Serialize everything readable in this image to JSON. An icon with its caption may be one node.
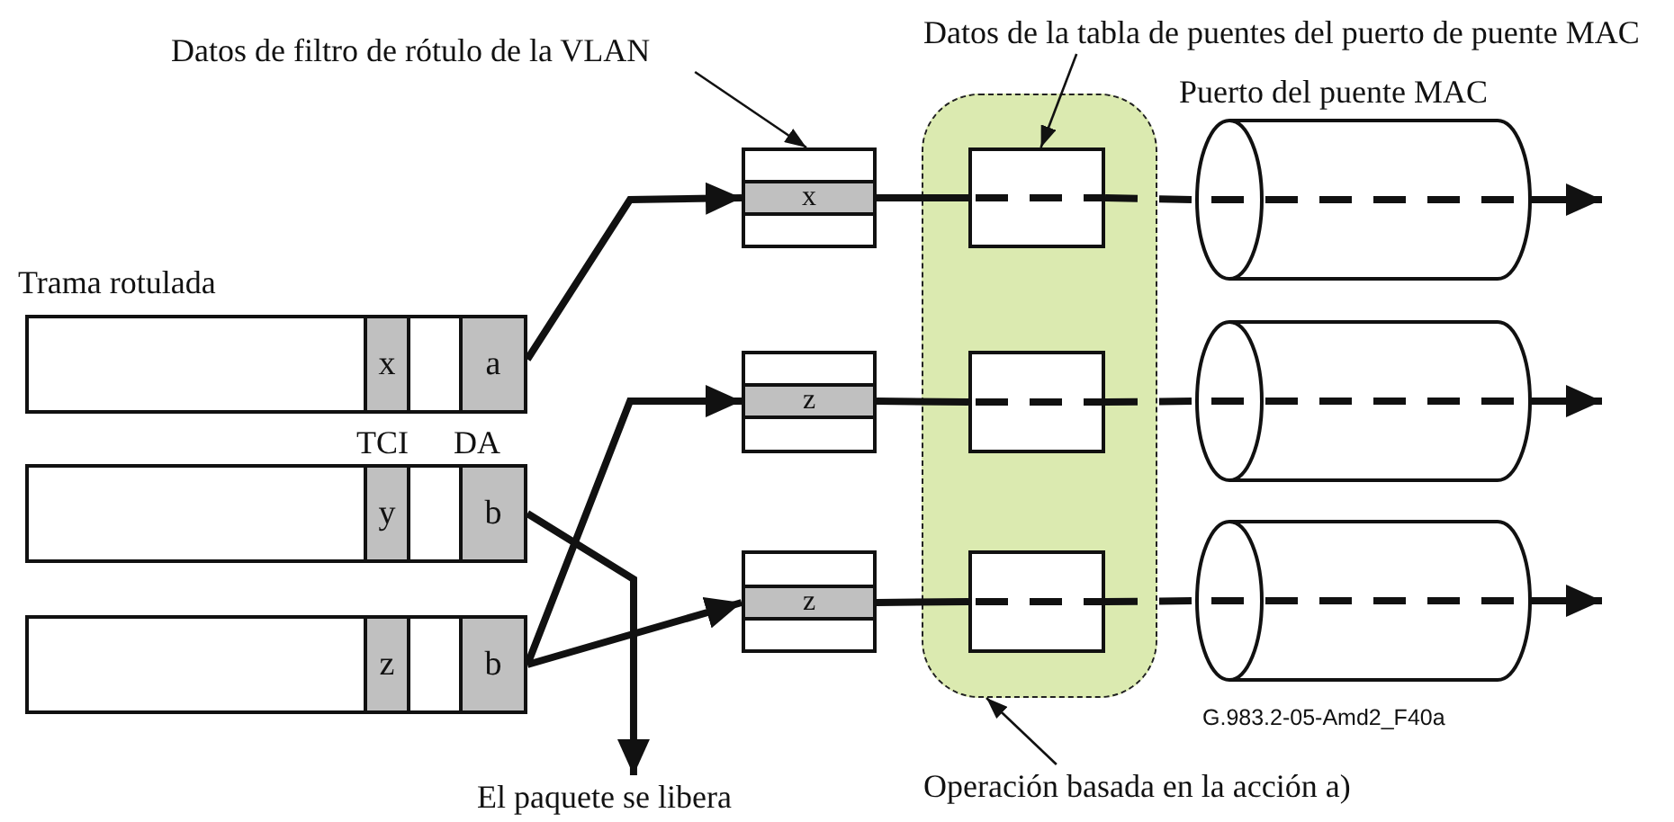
{
  "diagram": {
    "nodes": [
      {
        "text": [],
        "shape": "box"
      },
      {
        "text": [
          "x"
        ],
        "in": 0
      },
      {
        "text": [
          "a"
        ],
        "in": 0
      },
      {
        "text": [],
        "shape": "box"
      },
      {
        "text": [
          "y"
        ],
        "in": 3
      },
      {
        "text": [
          "b"
        ],
        "in": 3
      },
      {
        "text": [],
        "shape": "box"
      },
      {
        "text": [
          "z"
        ],
        "in": 6
      },
      {
        "text": [
          "b"
        ],
        "in": 6
      },
      {
        "text": [],
        "shape": "box"
      },
      {
        "text": [
          "x"
        ],
        "in": 9
      },
      {
        "text": [],
        "shape": "box"
      },
      {
        "text": [
          "z"
        ],
        "in": 11
      },
      {
        "text": [],
        "shape": "box"
      },
      {
        "text": [
          "z"
        ],
        "in": 13
      },
      {
        "text": [],
        "shape": "box"
      },
      {
        "text": [],
        "shape": "box",
        "in": 15
      },
      {
        "text": [],
        "shape": "box",
        "in": 15
      },
      {
        "text": [],
        "shape": "box",
        "in": 15
      },
      {
        "text": [],
        "shape": "cylinder"
      },
      {
        "text": [],
        "shape": "cylinder"
      },
      {
        "text": [],
        "shape": "cylinder"
      },
      {
        "text": [
          "El paquete se libera"
        ]
      },
      {
        "text": [
          "Datos de filtro de rótulo de la VLAN"
        ]
      },
      {
        "text": [
          "Datos de la tabla de puentes del puerto de puente MAC"
        ]
      },
      {
        "text": [
          "Operación basada en la acción a)"
        ]
      }
    ],
    "edges": [
      {
        "from": 2,
        "to": 10,
        "arrow": "to"
      },
      {
        "from": 5,
        "to": 22,
        "arrow": "to"
      },
      {
        "from": 8,
        "to": 12,
        "arrow": "to"
      },
      {
        "from": 8,
        "to": 14,
        "arrow": "to"
      },
      {
        "from": 10,
        "to": 16,
        "arrow": "none"
      },
      {
        "from": 12,
        "to": 17,
        "arrow": "none"
      },
      {
        "from": 14,
        "to": 18,
        "arrow": "none"
      },
      {
        "from": 16,
        "to": 19,
        "arrow": "none",
        "style": "dashed"
      },
      {
        "from": 17,
        "to": 20,
        "arrow": "none",
        "style": "dashed"
      },
      {
        "from": 18,
        "to": 21,
        "arrow": "none",
        "style": "dashed"
      },
      {
        "from": 19,
        "to": null,
        "arrow": "to"
      },
      {
        "from": 20,
        "to": null,
        "arrow": "to"
      },
      {
        "from": 21,
        "to": null,
        "arrow": "to"
      },
      {
        "from": 23,
        "to": 9,
        "arrow": "to"
      },
      {
        "from": 24,
        "to": 16,
        "arrow": "to"
      },
      {
        "from": 25,
        "to": 15,
        "arrow": "to"
      }
    ],
    "labels": [
      "Trama rotulada",
      "TCI",
      "DA",
      "Puerto del puente MAC",
      "G.983.2-05-Amd2_F40a"
    ]
  }
}
